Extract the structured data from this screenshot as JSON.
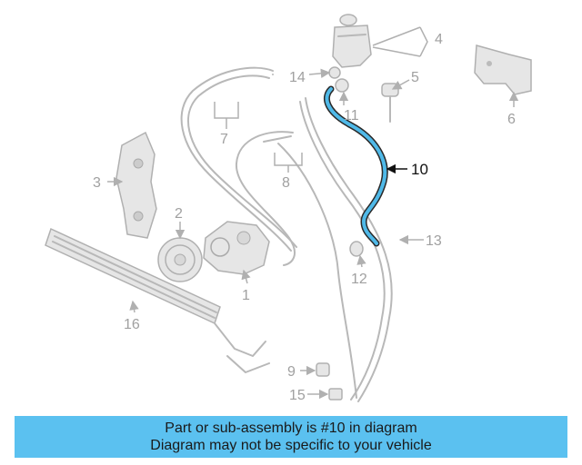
{
  "callouts": {
    "c1": "1",
    "c2": "2",
    "c3": "3",
    "c4": "4",
    "c5": "5",
    "c6": "6",
    "c7": "7",
    "c8": "8",
    "c9": "9",
    "c10": "10",
    "c11": "11",
    "c12": "12",
    "c13": "13",
    "c14": "14",
    "c15": "15",
    "c16": "16"
  },
  "highlight": {
    "part": "10",
    "color": "#4fb9e8"
  },
  "banner": {
    "line1": "Part or sub-assembly is #10 in diagram",
    "line2": "Diagram may not be specific to your vehicle",
    "color": "#5bc1f0"
  }
}
